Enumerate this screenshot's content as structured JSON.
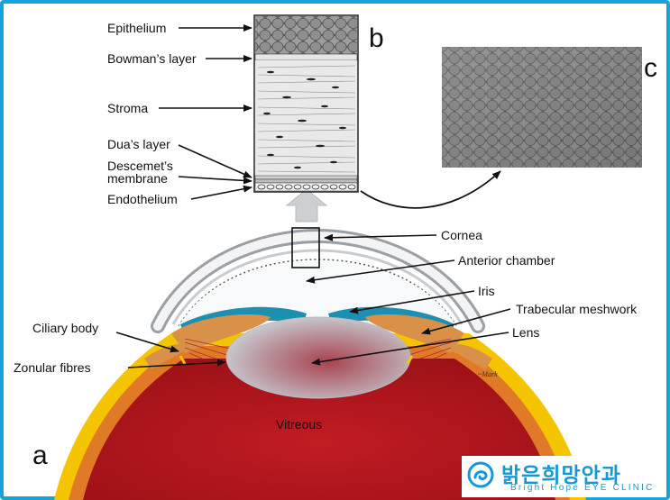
{
  "labels": {
    "epithelium": "Epithelium",
    "bowmans_layer": "Bowman’s layer",
    "stroma": "Stroma",
    "duas_layer": "Dua’s layer",
    "descemets_line1": "Descemet’s",
    "descemets_line2": "membrane",
    "endothelium": "Endothelium",
    "cornea": "Cornea",
    "anterior_chamber": "Anterior chamber",
    "iris": "Iris",
    "trabecular_meshwork": "Trabecular meshwork",
    "lens": "Lens",
    "ciliary_body": "Ciliary body",
    "zonular_fibres": "Zonular fibres",
    "vitreous": "Vitreous"
  },
  "panels": {
    "a": "a",
    "b": "b",
    "c": "c"
  },
  "logo": {
    "korean": "밝은희망안과",
    "english": "Bright Hope EYE CLINIC"
  },
  "colors": {
    "frame": "#16a3dc",
    "retina_red": "#b8161c",
    "choroid_orange": "#e07a26",
    "sclera_yellow": "#f5c400",
    "iris_teal": "#1d8fb0",
    "ciliary_tan": "#d9914a",
    "lens_grey": "#bfc6cc"
  }
}
